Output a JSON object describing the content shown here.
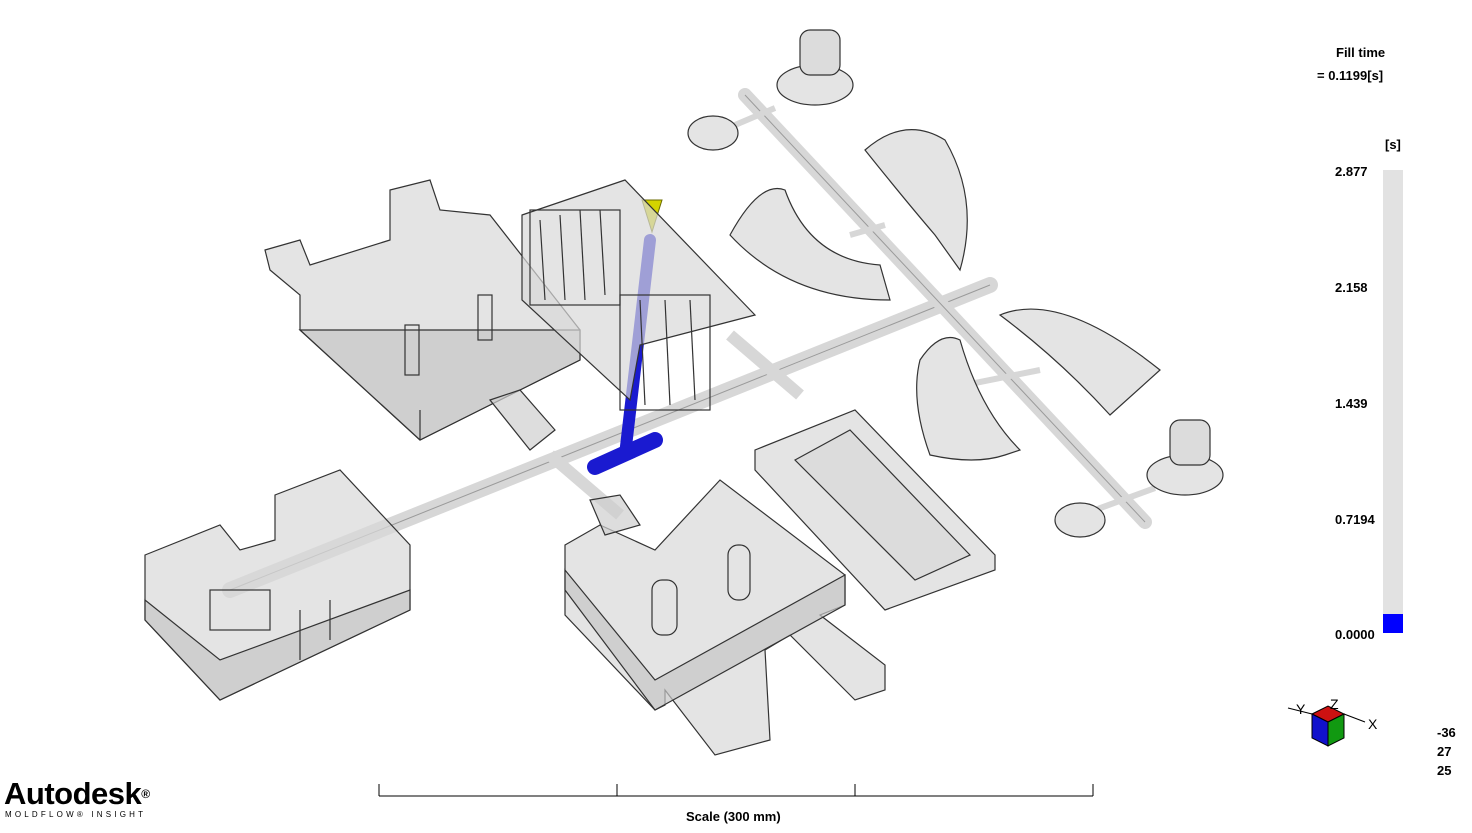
{
  "legend": {
    "title": "Fill time",
    "value": "= 0.1199[s]",
    "unit": "[s]",
    "ticks": [
      "2.877",
      "2.158",
      "1.439",
      "0.7194",
      "0.0000"
    ],
    "max": 2.877,
    "current": 0.1199,
    "fill_color": "#0000ff",
    "bar_color": "#e2e2e2"
  },
  "orientation": {
    "axis_x": "X",
    "axis_y": "Y",
    "axis_z": "Z",
    "rot_x": "-36",
    "rot_y": "27",
    "rot_z": "25"
  },
  "scale": {
    "label": "Scale (300 mm)"
  },
  "branding": {
    "logo": "Autodesk",
    "registered": "®",
    "product": "MOLDFLOW® INSIGHT"
  },
  "colors": {
    "runner_filled": "#1a1ad0",
    "gate_cone": "#d4d400",
    "part_fill": "#d8d8d8",
    "edge": "#333333"
  }
}
